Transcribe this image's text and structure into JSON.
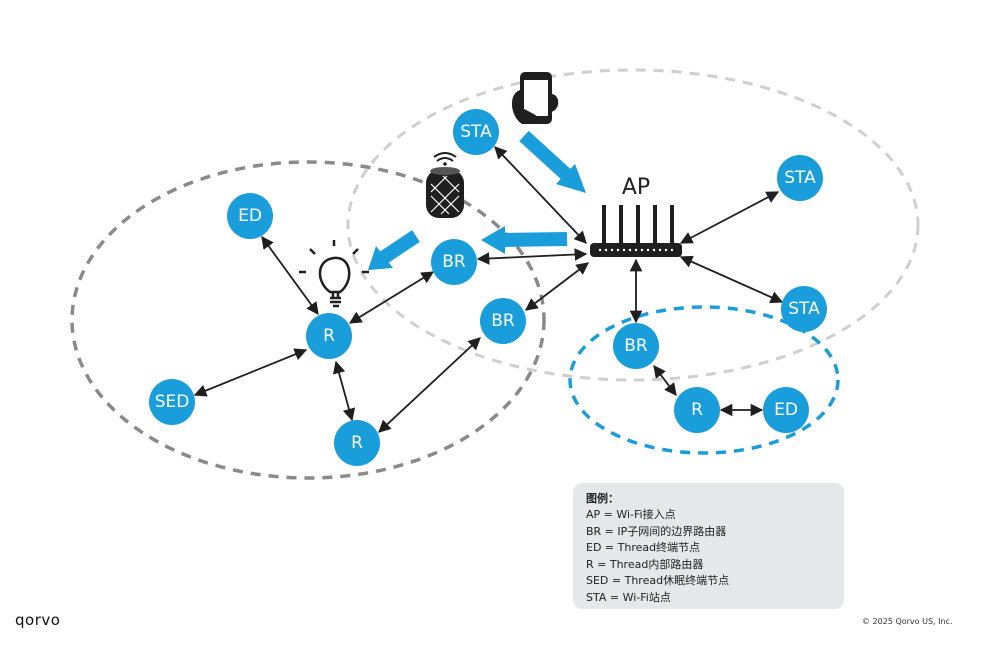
{
  "diagram": {
    "ap_label": "AP",
    "nodes": [
      {
        "id": "sta-top",
        "label": "STA"
      },
      {
        "id": "sta-right-top",
        "label": "STA"
      },
      {
        "id": "sta-right",
        "label": "STA"
      },
      {
        "id": "br-center",
        "label": "BR"
      },
      {
        "id": "br-mid",
        "label": "BR"
      },
      {
        "id": "br-blue",
        "label": "BR"
      },
      {
        "id": "ed-left",
        "label": "ED"
      },
      {
        "id": "r-left",
        "label": "R"
      },
      {
        "id": "sed",
        "label": "SED"
      },
      {
        "id": "r-bottom",
        "label": "R"
      },
      {
        "id": "r-blue",
        "label": "R"
      },
      {
        "id": "ed-blue",
        "label": "ED"
      }
    ],
    "colors": {
      "node": "#1a9ddb",
      "wifi_ellipse": "#cfcfcf",
      "thread_ellipse": "#8a8a8a",
      "thread_blue_ellipse": "#1a9ddb",
      "arrow": "#1f1f1f",
      "flow_arrow": "#1a9ddb"
    }
  },
  "legend": {
    "title": "图例：",
    "items": [
      "AP = Wi-Fi接入点",
      "BR = IP子网间的边界路由器",
      "ED = Thread终端节点",
      "R = Thread内部路由器",
      "SED = Thread休眠终端节点",
      "STA = Wi-Fi站点"
    ]
  },
  "footer": {
    "logo": "qorvo",
    "copyright": "© 2025 Qorvo US, Inc."
  }
}
